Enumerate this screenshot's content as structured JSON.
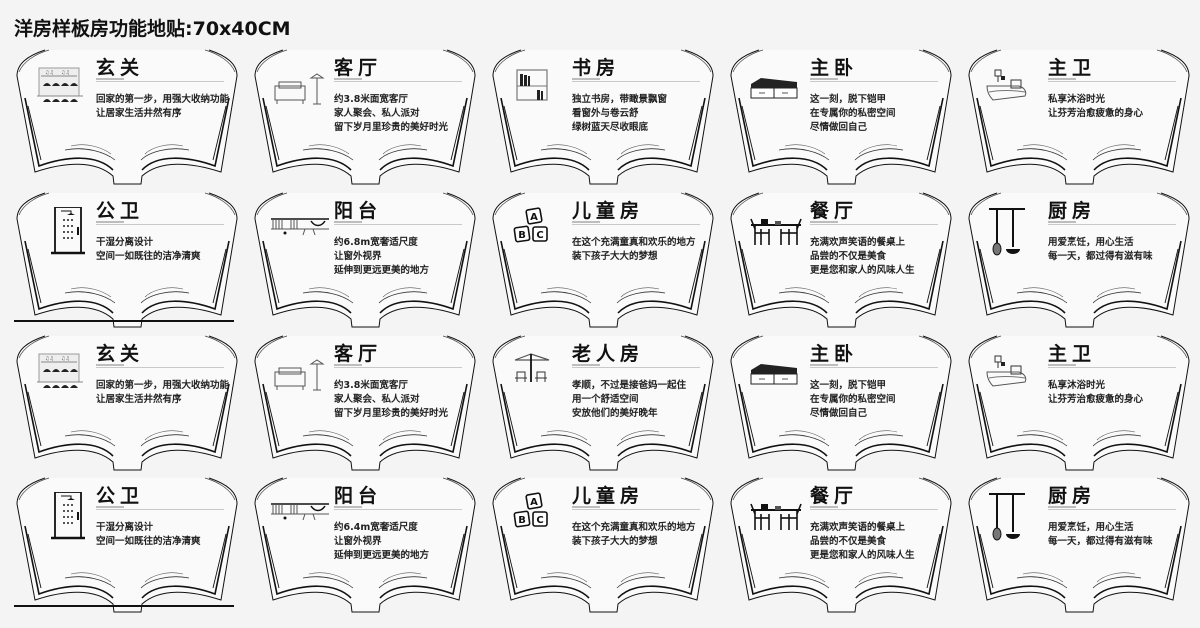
{
  "header": {
    "title": "洋房样板房功能地贴:70x40CM"
  },
  "cards": [
    {
      "title": "玄关",
      "icon": "shoe-cabinet-icon",
      "lines": [
        "回家的第一步，用强大收纳功能",
        "让居家生活井然有序"
      ]
    },
    {
      "title": "客厅",
      "icon": "sofa-lamp-icon",
      "lines": [
        "约3.8米面宽客厅",
        "家人聚会、私人派对",
        "留下岁月里珍贵的美好时光"
      ]
    },
    {
      "title": "书房",
      "icon": "bookshelf-icon",
      "lines": [
        "独立书房，带瞰景飘窗",
        "看窗外与卷云舒",
        "绿树蓝天尽收眼底"
      ]
    },
    {
      "title": "主卧",
      "icon": "bed-icon",
      "lines": [
        "这一刻，脱下铠甲",
        "在专属你的私密空间",
        "尽情做回自己"
      ]
    },
    {
      "title": "主卫",
      "icon": "bathtub-icon",
      "lines": [
        "私享沐浴时光",
        "让芬芳治愈疲惫的身心"
      ]
    },
    {
      "title": "公卫",
      "icon": "shower-icon",
      "lines": [
        "干湿分离设计",
        "空间一如既往的洁净清爽"
      ]
    },
    {
      "title": "阳台",
      "icon": "balcony-icon",
      "lines": [
        "约6.8m宽奢适尺度",
        "让窗外视界",
        "延伸到更远更美的地方"
      ]
    },
    {
      "title": "儿童房",
      "icon": "abc-blocks-icon",
      "lines": [
        "在这个充满童真和欢乐的地方",
        "装下孩子大大的梦想"
      ]
    },
    {
      "title": "餐厅",
      "icon": "dining-table-icon",
      "lines": [
        "充满欢声笑语的餐桌上",
        "品尝的不仅是美食",
        "更是您和家人的风味人生"
      ]
    },
    {
      "title": "厨房",
      "icon": "kitchen-utensils-icon",
      "lines": [
        "用爱烹饪，用心生活",
        "每一天，都过得有滋有味"
      ]
    },
    {
      "title": "玄关",
      "icon": "shoe-cabinet-icon",
      "lines": [
        "回家的第一步，用强大收纳功能",
        "让居家生活井然有序"
      ]
    },
    {
      "title": "客厅",
      "icon": "sofa-lamp-icon",
      "lines": [
        "约3.8米面宽客厅",
        "家人聚会、私人派对",
        "留下岁月里珍贵的美好时光"
      ]
    },
    {
      "title": "老人房",
      "icon": "parasol-chairs-icon",
      "lines": [
        "孝顺，不过是接爸妈一起住",
        "用一个舒适空间",
        "安放他们的美好晚年"
      ]
    },
    {
      "title": "主卧",
      "icon": "bed-icon",
      "lines": [
        "这一刻，脱下铠甲",
        "在专属你的私密空间",
        "尽情做回自己"
      ]
    },
    {
      "title": "主卫",
      "icon": "bathtub-icon",
      "lines": [
        "私享沐浴时光",
        "让芬芳治愈疲惫的身心"
      ]
    },
    {
      "title": "公卫",
      "icon": "shower-icon",
      "lines": [
        "干湿分离设计",
        "空间一如既往的洁净清爽"
      ]
    },
    {
      "title": "阳台",
      "icon": "balcony-icon",
      "lines": [
        "约6.4m宽奢适尺度",
        "让窗外视界",
        "延伸到更远更美的地方"
      ]
    },
    {
      "title": "儿童房",
      "icon": "abc-blocks-icon",
      "lines": [
        "在这个充满童真和欢乐的地方",
        "装下孩子大大的梦想"
      ]
    },
    {
      "title": "餐厅",
      "icon": "dining-table-icon",
      "lines": [
        "充满欢声笑语的餐桌上",
        "品尝的不仅是美食",
        "更是您和家人的风味人生"
      ]
    },
    {
      "title": "厨房",
      "icon": "kitchen-utensils-icon",
      "lines": [
        "用爱烹饪，用心生活",
        "每一天，都过得有滋有味"
      ]
    }
  ]
}
